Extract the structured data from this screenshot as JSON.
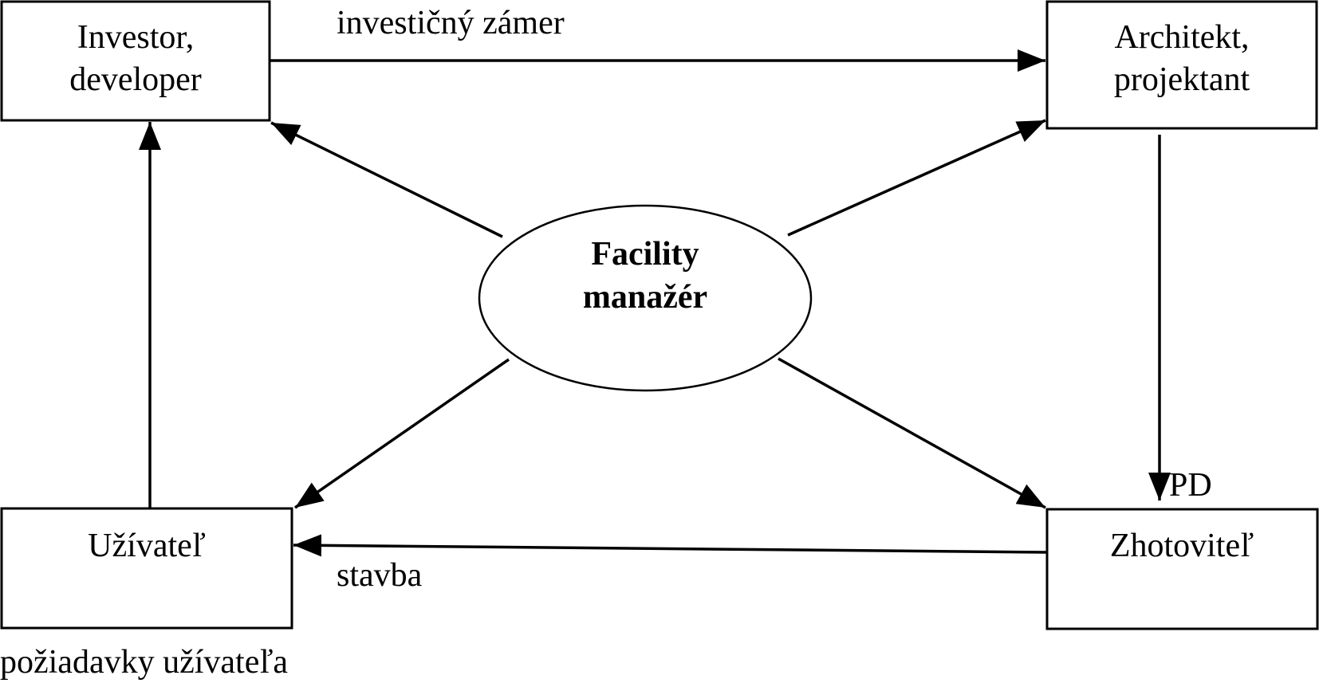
{
  "nodes": {
    "investor": [
      "Investor,",
      "developer"
    ],
    "architekt": [
      "Architekt,",
      "projektant"
    ],
    "uzivatel": [
      "Užívateľ"
    ],
    "zhotovitel": [
      "Zhotoviteľ"
    ],
    "facility": [
      "Facility",
      "manažér"
    ]
  },
  "edge_labels": {
    "investicny_zamer": "investičný zámer",
    "pd": "PD",
    "stavba": "stavba",
    "poziadavky": "požiadavky užívateľa"
  }
}
